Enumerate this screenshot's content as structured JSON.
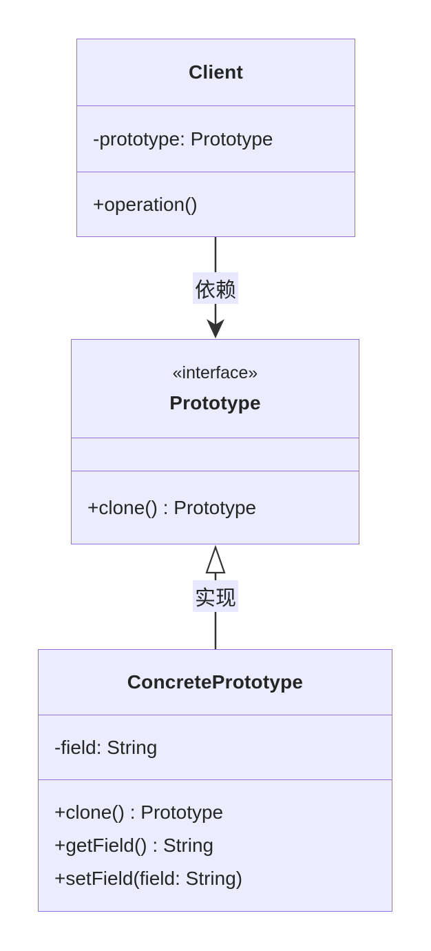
{
  "colors": {
    "background": "#FFFFFF",
    "node_fill": "#ECECFF",
    "node_border": "#9370DB",
    "edge_line": "#333333",
    "text": "#252525",
    "edge_label_bg": "#E8E8FF"
  },
  "classes": [
    {
      "name": "Client",
      "stereotype": "",
      "attributes": [
        "-prototype: Prototype"
      ],
      "methods": [
        "+operation()"
      ]
    },
    {
      "name": "Prototype",
      "stereotype": "«interface»",
      "attributes": [],
      "methods": [
        "+clone() : Prototype"
      ]
    },
    {
      "name": "ConcretePrototype",
      "stereotype": "",
      "attributes": [
        "-field: String"
      ],
      "methods": [
        "+clone() : Prototype",
        "+getField() : String",
        "+setField(field: String)"
      ]
    }
  ],
  "edges": [
    {
      "from": "Client",
      "to": "Prototype",
      "type": "dependency",
      "label": "依赖"
    },
    {
      "from": "ConcretePrototype",
      "to": "Prototype",
      "type": "realization",
      "label": "实现"
    }
  ]
}
